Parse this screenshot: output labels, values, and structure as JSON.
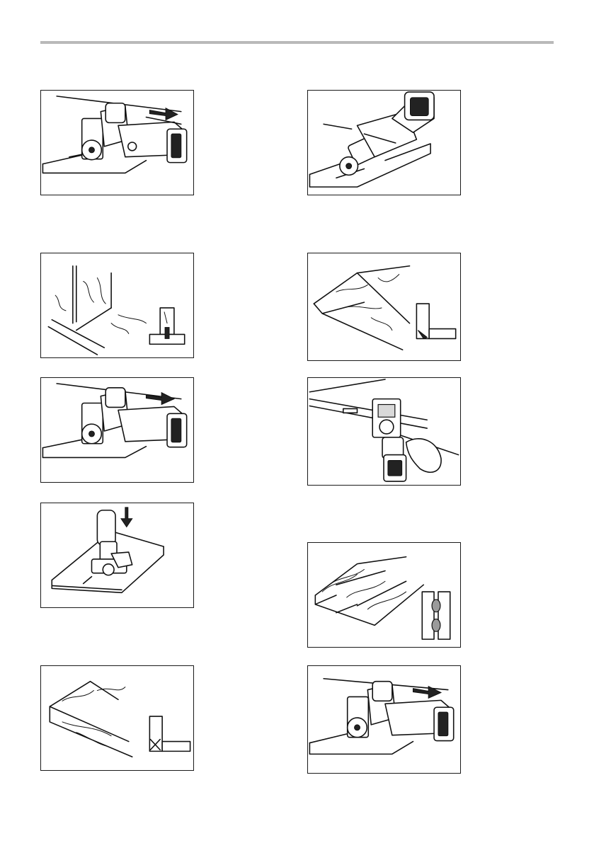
{
  "page": {
    "rule_color": "#b9b9b9",
    "figures": [
      {
        "id": "fig-1",
        "icon": "joiner-on-board-push-arrow-icon"
      },
      {
        "id": "fig-2",
        "icon": "joiner-angled-fence-icon"
      },
      {
        "id": "fig-3",
        "icon": "t-joint-wood-icon"
      },
      {
        "id": "fig-4",
        "icon": "corner-miter-joint-icon"
      },
      {
        "id": "fig-5",
        "icon": "joiner-push-arrow-icon"
      },
      {
        "id": "fig-6",
        "icon": "joiner-top-view-hand-icon"
      },
      {
        "id": "fig-7",
        "icon": "joiner-vertical-plunge-icon"
      },
      {
        "id": "fig-8",
        "icon": "edge-to-edge-biscuits-icon"
      },
      {
        "id": "fig-9",
        "icon": "miter-joint-crossed-icon"
      },
      {
        "id": "fig-10",
        "icon": "joiner-push-arrow-right-icon"
      }
    ]
  }
}
